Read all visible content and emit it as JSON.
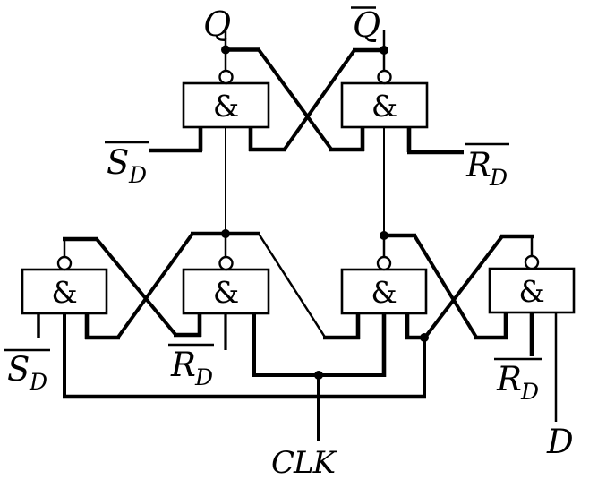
{
  "gates": [
    "&",
    "&",
    "&",
    "&",
    "&",
    "&"
  ],
  "labels": {
    "q": {
      "text": "Q",
      "overline": false
    },
    "q_bar": {
      "text": "Q",
      "overline": true
    },
    "s_d_top": {
      "text": "S",
      "subscript": "D",
      "overline": true
    },
    "r_d_top": {
      "text": "R",
      "subscript": "D",
      "overline": true
    },
    "s_d_bottom": {
      "text": "S",
      "subscript": "D",
      "overline": true
    },
    "r_d_middle": {
      "text": "R",
      "subscript": "D",
      "overline": true
    },
    "r_d_right": {
      "text": "R",
      "subscript": "D",
      "overline": true
    },
    "clk": {
      "text": "CLK"
    },
    "d": {
      "text": "D"
    }
  },
  "colors": {
    "line": "#000000",
    "background": "#ffffff",
    "text": "#000000"
  }
}
